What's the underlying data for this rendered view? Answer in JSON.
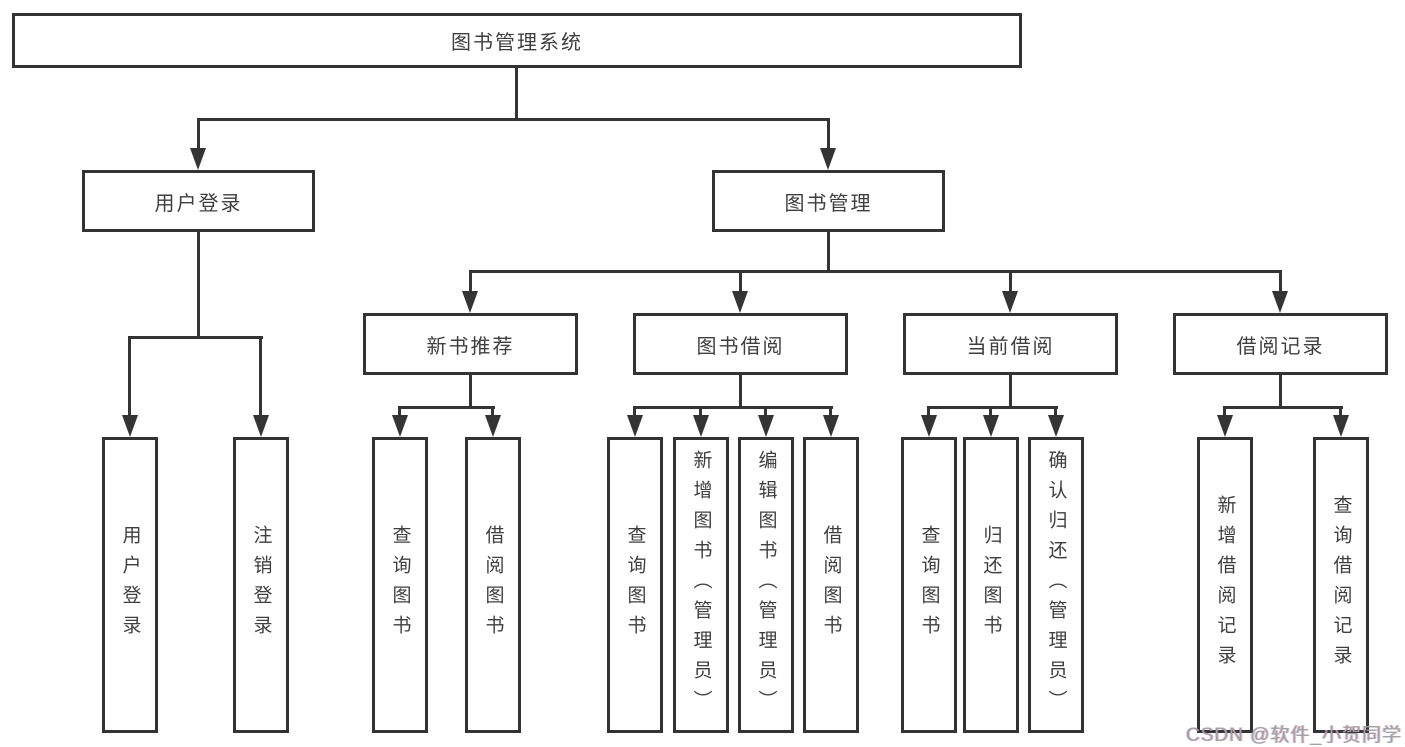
{
  "tree": {
    "root": {
      "label": "图书管理系统"
    },
    "user": {
      "label": "用户登录",
      "children": [
        {
          "label": "用户登录"
        },
        {
          "label": "注销登录"
        }
      ]
    },
    "book": {
      "label": "图书管理",
      "sections": [
        {
          "label": "新书推荐",
          "children": [
            {
              "label": "查询图书"
            },
            {
              "label": "借阅图书"
            }
          ]
        },
        {
          "label": "图书借阅",
          "children": [
            {
              "label": "查询图书"
            },
            {
              "label": "新增图书（管理员）"
            },
            {
              "label": "编辑图书（管理员）"
            },
            {
              "label": "借阅图书"
            }
          ]
        },
        {
          "label": "当前借阅",
          "children": [
            {
              "label": "查询图书"
            },
            {
              "label": "归还图书"
            },
            {
              "label": "确认归还（管理员）"
            }
          ]
        },
        {
          "label": "借阅记录",
          "children": [
            {
              "label": "新增借阅记录"
            },
            {
              "label": "查询借阅记录"
            }
          ]
        }
      ]
    }
  },
  "watermark": {
    "text": "CSDN @软件_小贺同学"
  },
  "colors": {
    "line": "#343434",
    "border": "#333333",
    "text": "#3f3f3f",
    "watermark": "#a2a2a6"
  }
}
